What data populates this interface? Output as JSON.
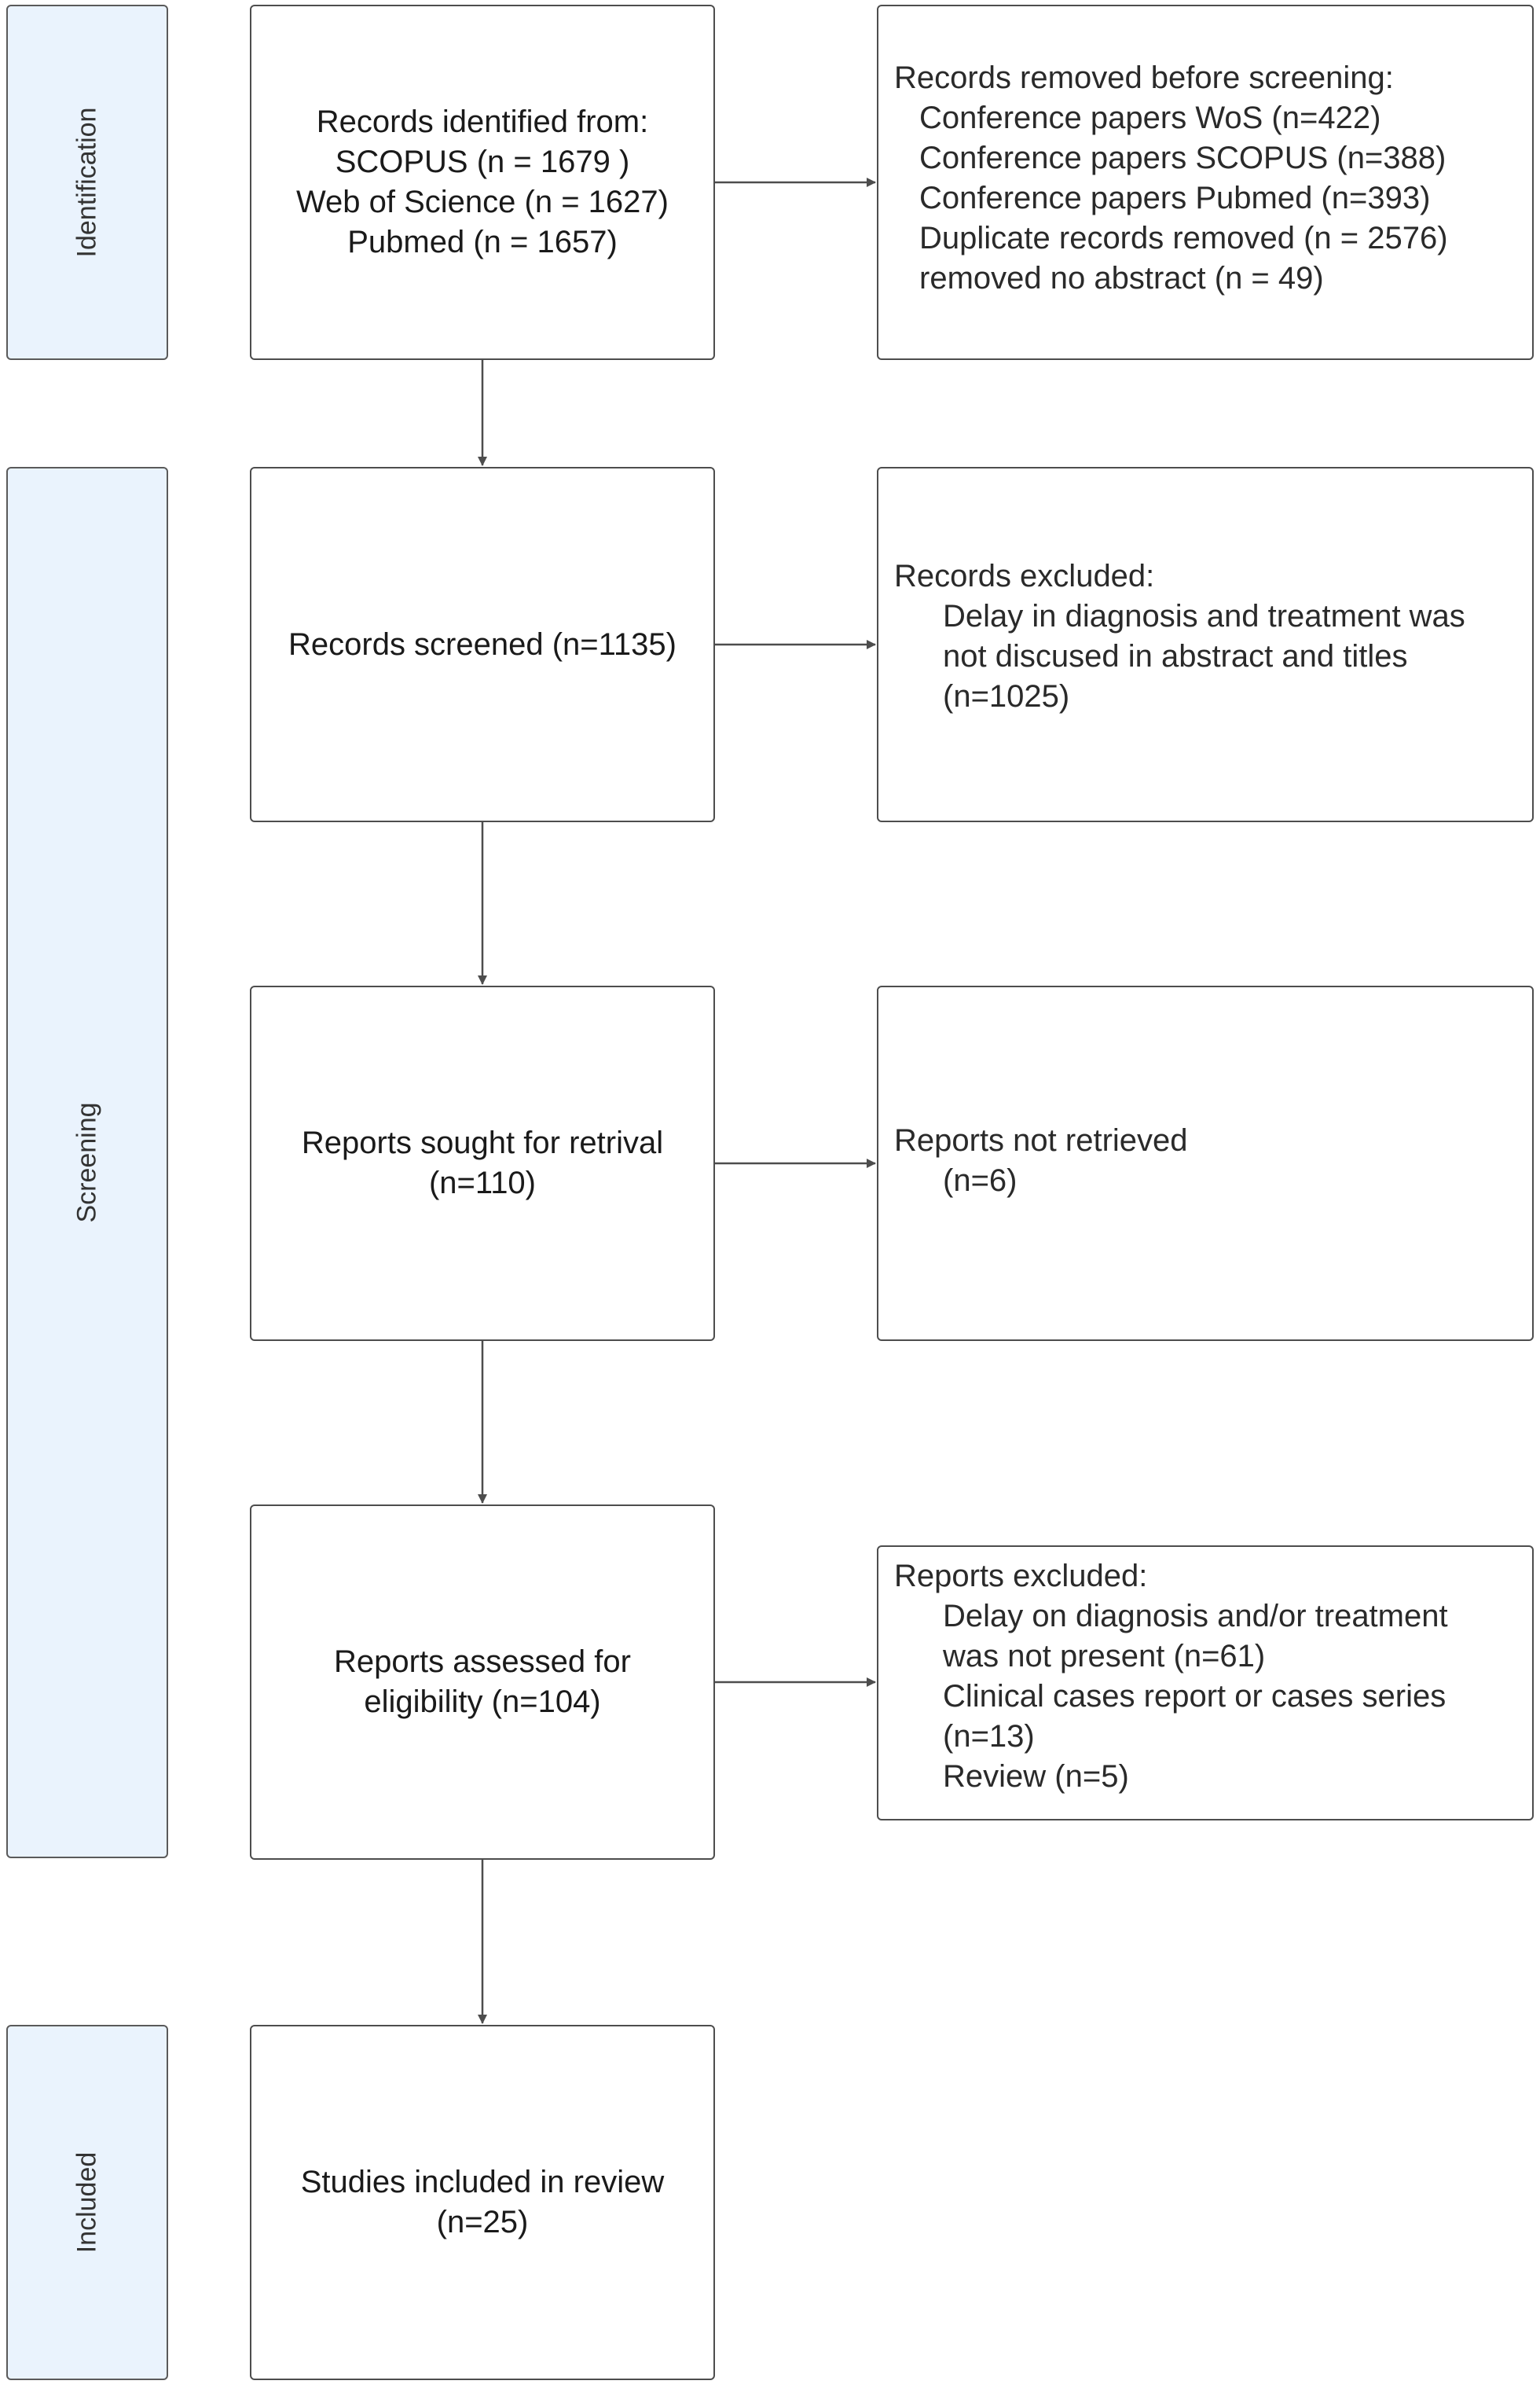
{
  "phases": {
    "identification": "Identification",
    "screening": "Screening",
    "included": "Included"
  },
  "boxes": {
    "identified": {
      "lines": [
        "Records identified from:",
        "SCOPUS (n = 1679 )",
        "Web of Science (n = 1627)",
        "Pubmed (n = 1657)"
      ]
    },
    "removed": {
      "title": "Records removed before screening:",
      "items": [
        "Conference papers WoS (n=422)",
        "Conference papers SCOPUS (n=388)",
        "Conference papers Pubmed (n=393)",
        "Duplicate records removed  (n = 2576)",
        "removed no abstract (n = 49)"
      ]
    },
    "screened": {
      "lines": [
        "Records screened (n=1135)"
      ]
    },
    "excluded": {
      "title": "Records excluded:",
      "items": [
        "Delay in diagnosis and treatment was",
        "not discused in abstract and titles",
        "(n=1025)"
      ]
    },
    "sought": {
      "lines": [
        "Reports sought for retrival",
        "(n=110)"
      ]
    },
    "not_retrieved": {
      "title": "Reports not retrieved",
      "items": [
        "(n=6)"
      ]
    },
    "assessed": {
      "lines": [
        "Reports assessed for",
        "eligibility (n=104)"
      ]
    },
    "reports_excluded": {
      "title": "Reports excluded:",
      "items": [
        "Delay on diagnosis and/or treatment",
        "was not present (n=61)",
        "Clinical cases report or cases series",
        "(n=13)",
        "Review (n=5)"
      ]
    },
    "included": {
      "lines": [
        "Studies included in review",
        "(n=25)"
      ]
    }
  },
  "colors": {
    "phase_fill": "#eaf3fd",
    "border": "#4d4d4d",
    "arrow": "#4d4d4d"
  }
}
